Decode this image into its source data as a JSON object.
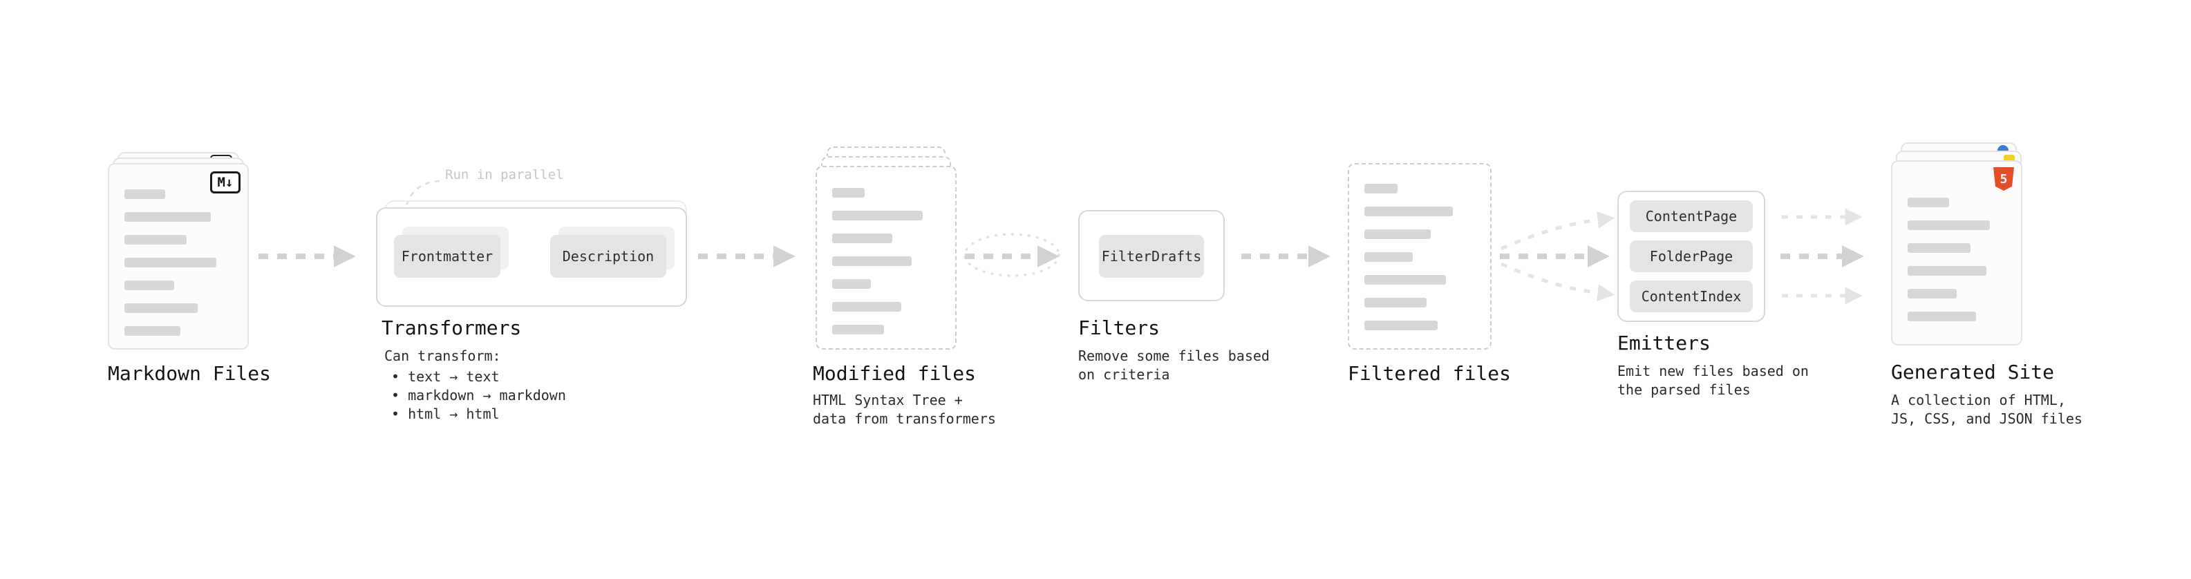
{
  "nodes": {
    "markdown_files": {
      "label": "Markdown Files",
      "badge": "M↓"
    },
    "transformers": {
      "label": "Transformers",
      "callout": "Run in parallel",
      "buttons": [
        "Frontmatter",
        "Description"
      ],
      "heading": "Can transform:",
      "bullets": [
        "• text → text",
        "• markdown → markdown",
        "• html → html"
      ]
    },
    "modified_files": {
      "label": "Modified files",
      "desc": [
        "HTML Syntax Tree +",
        "data from transformers"
      ]
    },
    "filters": {
      "label": "Filters",
      "buttons": [
        "FilterDrafts"
      ],
      "desc": [
        "Remove some files based",
        "on criteria"
      ]
    },
    "filtered_files": {
      "label": "Filtered files"
    },
    "emitters": {
      "label": "Emitters",
      "buttons": [
        "ContentPage",
        "FolderPage",
        "ContentIndex"
      ],
      "desc": [
        "Emit new files based on",
        "the parsed files"
      ]
    },
    "generated_site": {
      "label": "Generated Site",
      "badge": "5",
      "desc": [
        "A collection of HTML,",
        "JS, CSS, and JSON files"
      ]
    }
  },
  "colors": {
    "background": "#ffffff",
    "card_border": "#e3e3e3",
    "dashed_border": "#cccccc",
    "bar": "#d7d7d7",
    "arrow": "#d2d2d2",
    "arrow_light": "#e3e3e3",
    "button_bg": "#e4e4e4",
    "text": "#141414",
    "muted": "#c6c6c6",
    "html5_orange": "#e44d26",
    "markdown_badge_border": "#1a1a1a"
  }
}
